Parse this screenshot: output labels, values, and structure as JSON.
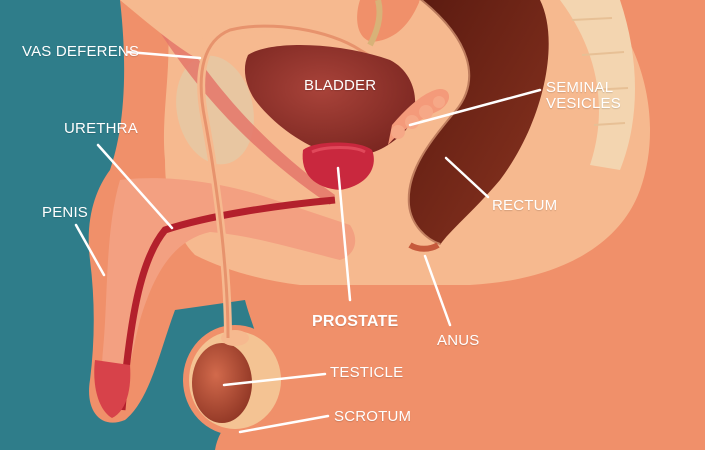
{
  "diagram": {
    "labels": {
      "vas_deferens": "VAS DEFERENS",
      "urethra": "URETHRA",
      "penis": "PENIS",
      "bladder": "BLADDER",
      "seminal_vesicles_line1": "SEMINAL",
      "seminal_vesicles_line2": "VESICLES",
      "rectum": "RECTUM",
      "prostate": "PROSTATE",
      "anus": "ANUS",
      "testicle": "TESTICLE",
      "scrotum": "SCROTUM"
    },
    "colors": {
      "background": "#2f7d8a",
      "skin": "#f0906a",
      "skin_light": "#f6b98f",
      "tissue": "#f4c393",
      "bladder": "#8c2d26",
      "prostate": "#c9283e",
      "rectum": "#6b2316",
      "label_text": "#ffffff"
    }
  }
}
